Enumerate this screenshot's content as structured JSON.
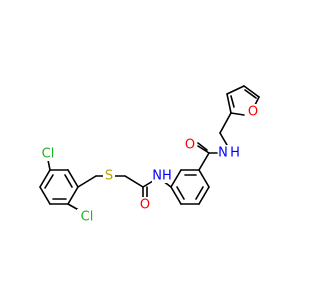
{
  "molecule": {
    "atoms": {
      "cl_top": {
        "label": "Cl",
        "color": "#1fb51f"
      },
      "cl_bottom": {
        "label": "Cl",
        "color": "#1fb51f"
      },
      "sulfur": {
        "label": "S",
        "color": "#b8a000"
      },
      "amide_o1": {
        "label": "O",
        "color": "#ff0000"
      },
      "amide_nh1": {
        "label": "NH",
        "color": "#0000ff"
      },
      "amide_o2": {
        "label": "O",
        "color": "#ff0000"
      },
      "amide_nh2": {
        "label": "N",
        "color": "#0000ff"
      },
      "amide_h2": {
        "label": "H",
        "color": "#0000ff"
      },
      "furan_o": {
        "label": "O",
        "color": "#ff0000"
      }
    }
  }
}
